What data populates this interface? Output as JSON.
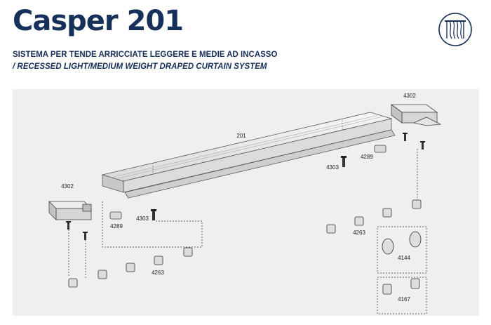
{
  "header": {
    "title": "Casper 201",
    "subtitle_it": "SISTEMA PER TENDE ARRICCIATE LEGGERE E MEDIE AD INCASSO",
    "subtitle_en": "/ RECESSED LIGHT/MEDIUM WEIGHT DRAPED CURTAIN SYSTEM",
    "icon": "curtain-icon"
  },
  "diagram": {
    "labels": {
      "rail": "201",
      "end_cap_left": "4302",
      "end_cap_right": "4302",
      "screw_left": "4303",
      "screw_right": "4303",
      "bracket_left": "4289",
      "bracket_right": "4289",
      "glider_left": "4263",
      "glider_right": "4263",
      "hook_glider": "4144",
      "snap_glider": "4167"
    }
  },
  "colors": {
    "brand": "#16305a",
    "panel": "#efefef"
  }
}
